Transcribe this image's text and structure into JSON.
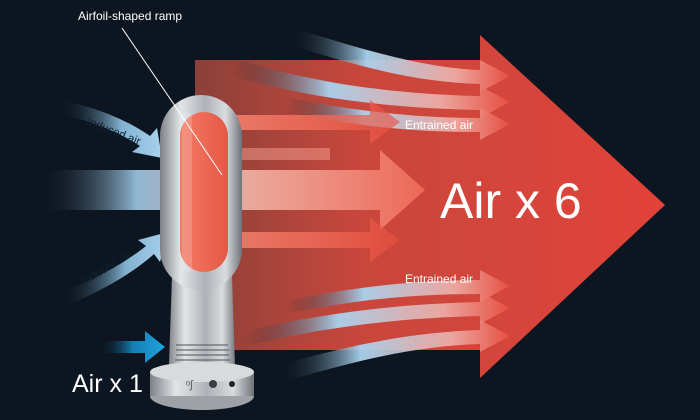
{
  "labels": {
    "ramp": "Airfoil-shaped ramp",
    "induced_top": "Induced air",
    "induced_bottom": "Induced air",
    "entrained_top": "Entrained air",
    "entrained_bottom": "Entrained air",
    "air_out": "Air x 6",
    "air_in": "Air x 1"
  },
  "colors": {
    "background": "#0d1620",
    "hot_arrow": "#e6463c",
    "cool_stream": "#a9d3ef",
    "intake_arrow": "#1e9bd8",
    "fan_silver": "#c9ccd0"
  }
}
